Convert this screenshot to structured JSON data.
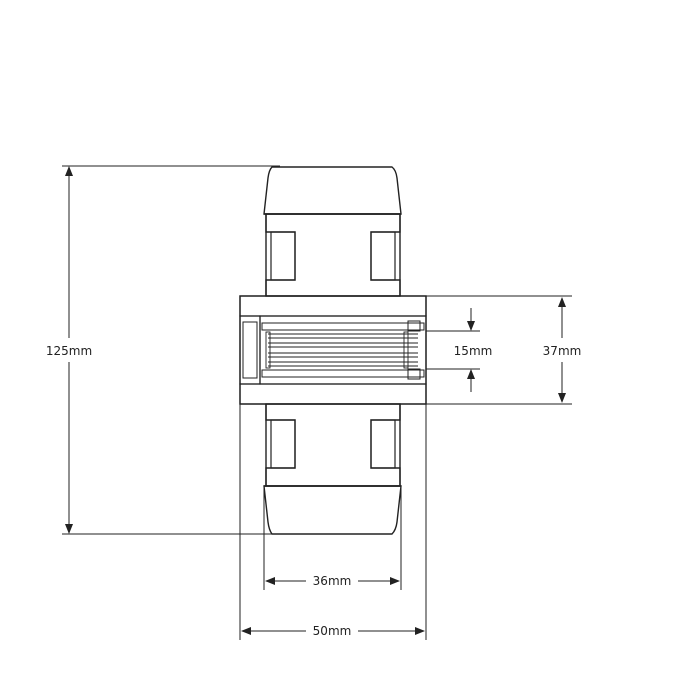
{
  "dimensions": {
    "overall_diameter": "125mm",
    "bore_diameter": "15mm",
    "hub_diameter": "37mm",
    "tread_width": "36mm",
    "hub_length": "50mm"
  },
  "colors": {
    "line": "#222222",
    "background": "#ffffff"
  }
}
